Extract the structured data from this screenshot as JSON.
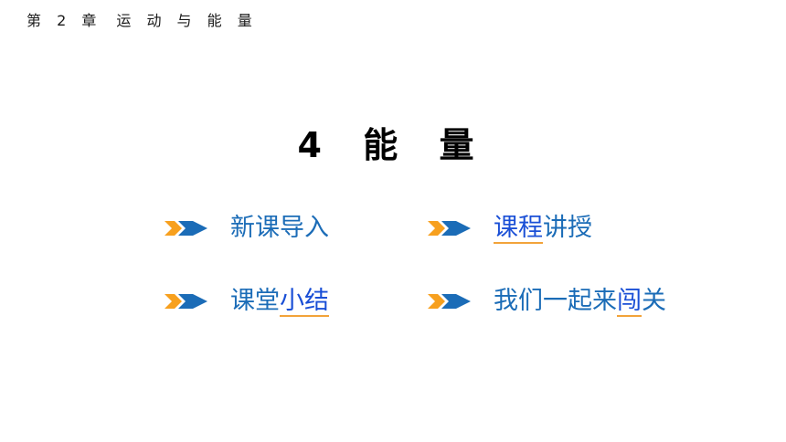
{
  "header": {
    "chapter_label": "第 2 章",
    "chapter_name": "运 动 与 能 量"
  },
  "title": "4 能 量",
  "menu": {
    "item1": {
      "label": "新课导入"
    },
    "item2": {
      "label_a": "课程",
      "label_b": "讲授"
    },
    "item3": {
      "label_a": "课堂",
      "label_b": "小结"
    },
    "item4": {
      "label_a": "我们一起来",
      "label_b": "闯",
      "label_c": "关"
    }
  },
  "colors": {
    "arrow_orange": "#f7a01e",
    "arrow_blue": "#1b6cb7",
    "text_blue": "#1b6cb7",
    "underline": "#f2a33a"
  }
}
